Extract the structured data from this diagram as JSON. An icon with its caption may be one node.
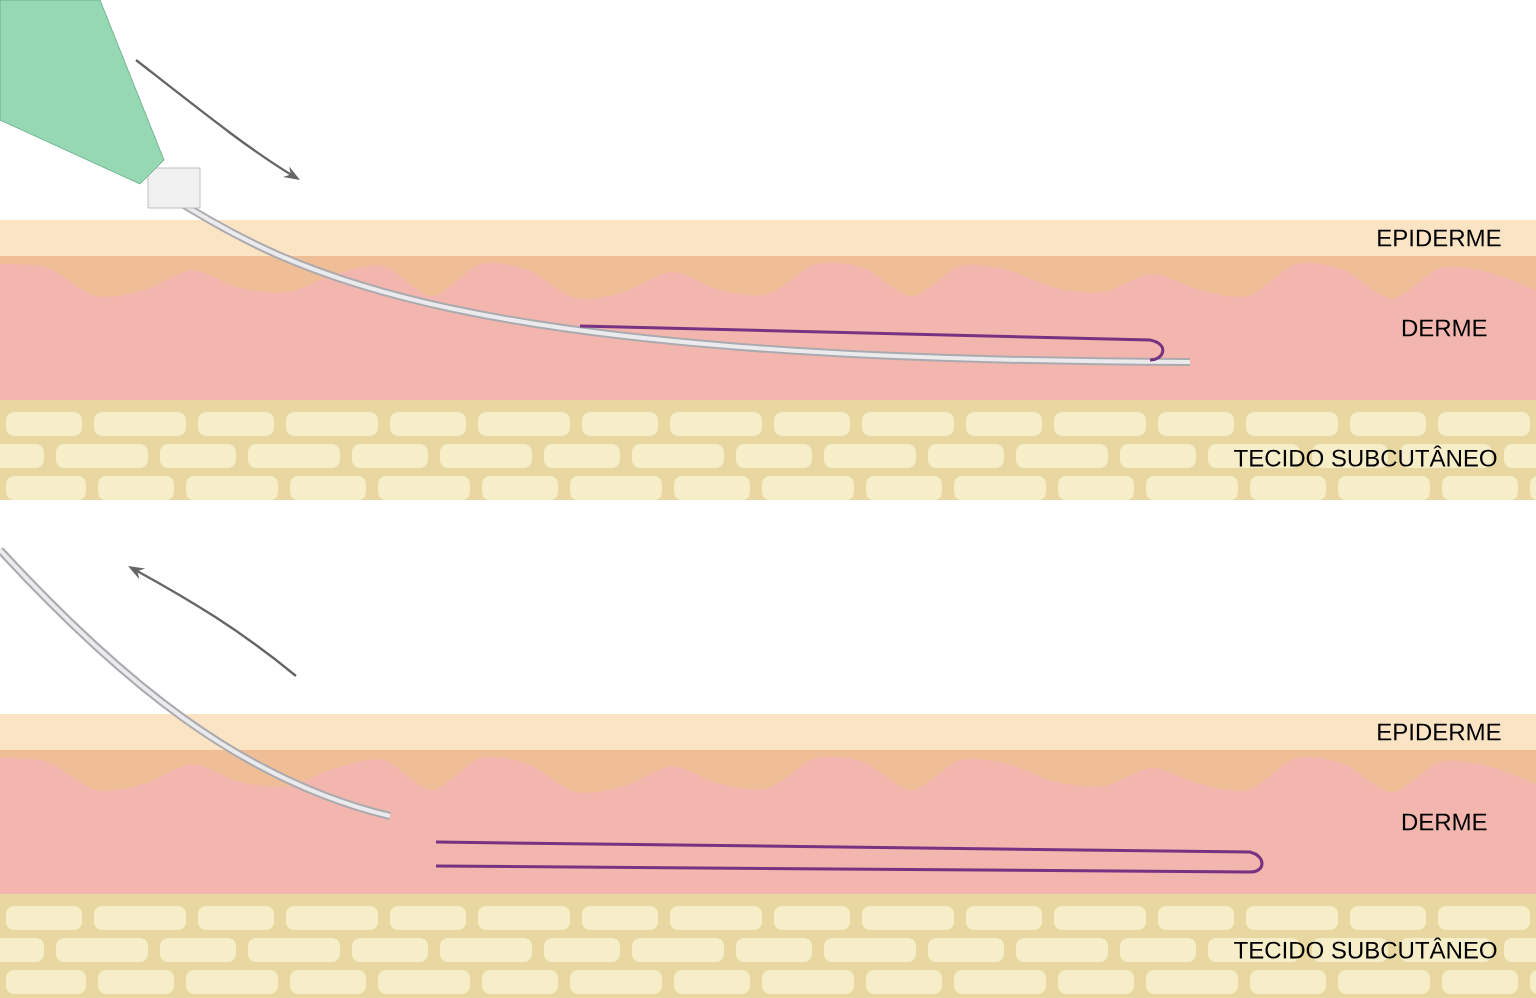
{
  "diagram": {
    "labels": [
      "EPIDERME",
      "DERME",
      "TECIDO SUBCUTÂNEO",
      "EPIDERME",
      "DERME",
      "TECIDO SUBCUTÂNEO"
    ]
  }
}
